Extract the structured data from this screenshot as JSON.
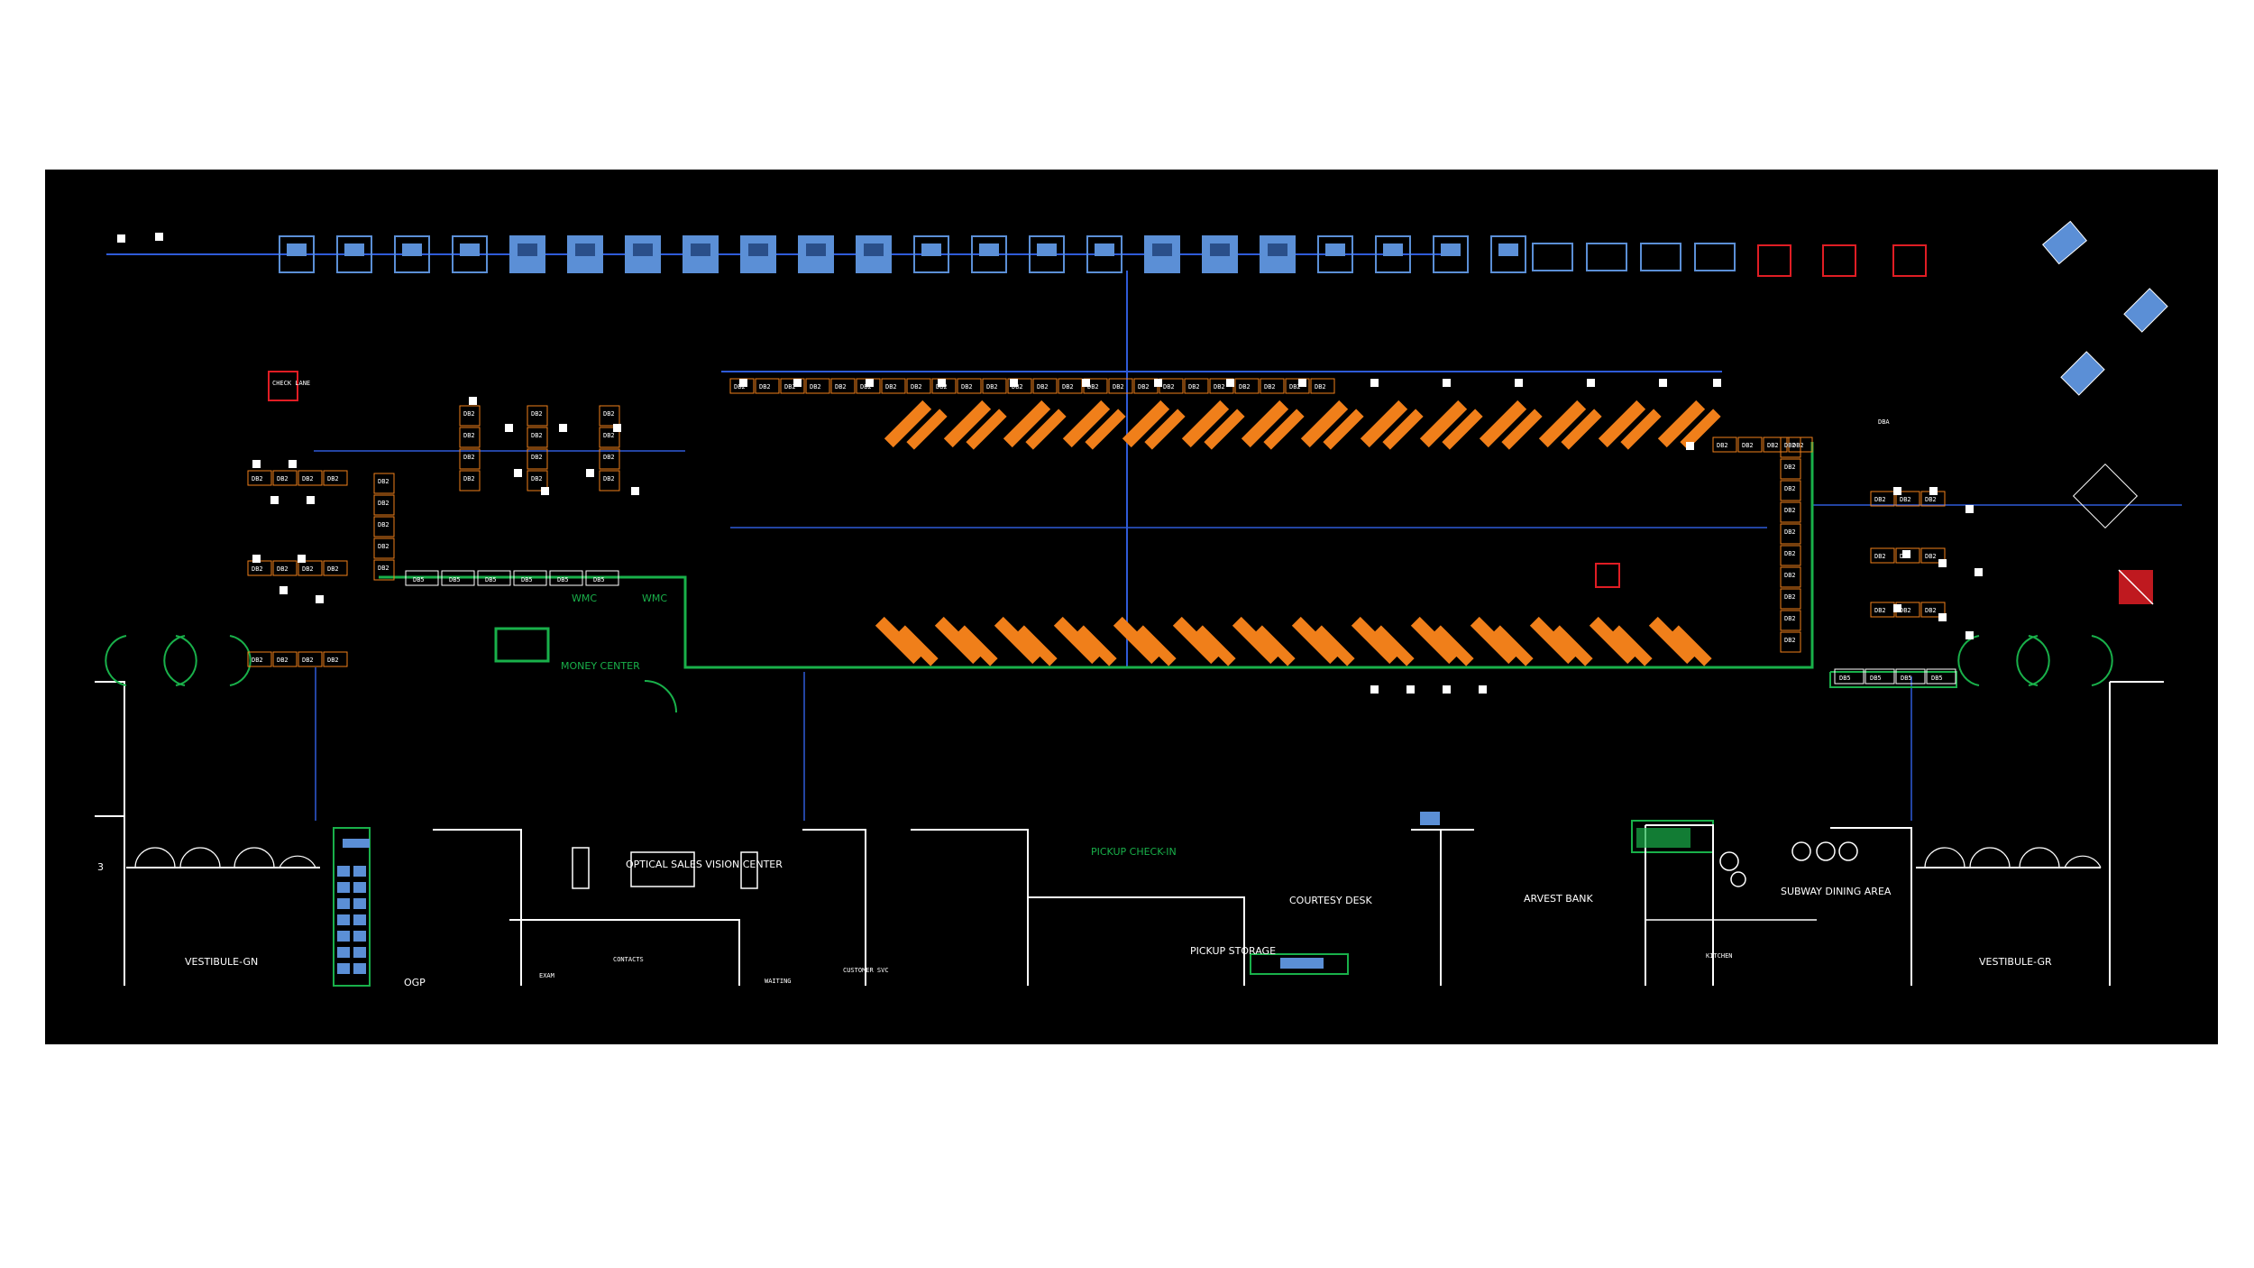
{
  "labels": {
    "vestibule_left": "VESTIBULE-GN",
    "vestibule_right": "VESTIBULE-GR",
    "optical": "OPTICAL SALES VISION CENTER",
    "pickup": "PICKUP CHECK-IN",
    "pickup_storage": "PICKUP STORAGE",
    "courtesy": "COURTESY DESK",
    "bank": "ARVEST BANK",
    "subway": "SUBWAY DINING AREA",
    "money_center": "MONEY CENTER",
    "wmc_left": "WMC",
    "wmc_right": "WMC",
    "kitchen": "KITCHEN",
    "exam": "EXAM",
    "contacts": "CONTACTS",
    "waiting": "WAITING",
    "customer_svc": "CUSTOMER SVC",
    "ogp": "OGP",
    "check_lane": "CHECK LANE",
    "dba": "DBA",
    "scale": "3"
  },
  "register_label": "DB2",
  "bay_label": "DB5",
  "colors": {
    "background": "#000000",
    "frame_border": "#ffffff",
    "fixtures": "#5b8fd6",
    "wiring": "#2f5bd8",
    "checkouts": "#f07f1a",
    "walls": "#19b04a",
    "alert": "#e01d24",
    "outline": "#ffffff"
  }
}
